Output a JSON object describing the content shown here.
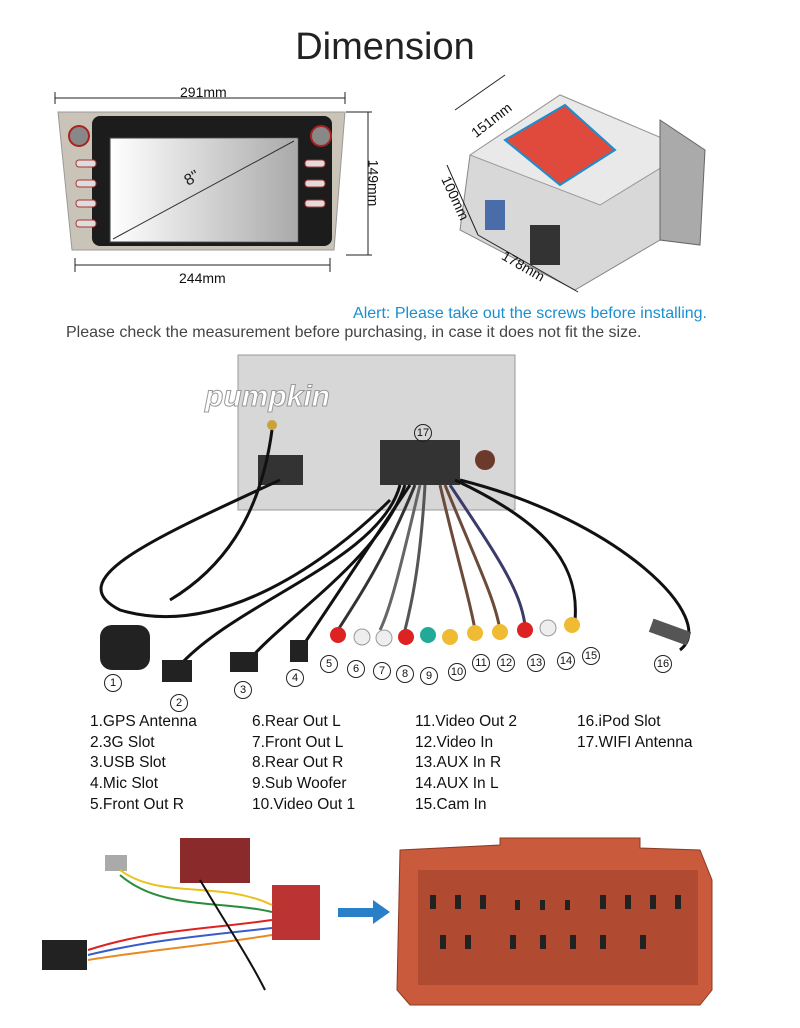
{
  "title": "Dimension",
  "dimensions": {
    "front_width_top": "291mm",
    "front_width_bottom": "244mm",
    "front_height": "149mm",
    "screen_size": "8\"",
    "depth_top": "151mm",
    "side_height": "100mm",
    "side_depth": "178mm"
  },
  "alert": "Alert: Please take out the screws before installing.",
  "note": "Please check the measurement before purchasing, in case it does not fit the size.",
  "brand_watermark": "pumpkin",
  "callouts": [
    "1",
    "2",
    "3",
    "4",
    "5",
    "6",
    "7",
    "8",
    "9",
    "10",
    "11",
    "12",
    "13",
    "14",
    "15",
    "16",
    "17"
  ],
  "legend": {
    "col1": [
      "1.GPS Antenna",
      "2.3G Slot",
      "3.USB Slot",
      "4.Mic Slot",
      "5.Front Out R"
    ],
    "col2": [
      "6.Rear Out L",
      "7.Front Out L",
      "8.Rear Out R",
      "9.Sub Woofer",
      "10.Video Out 1"
    ],
    "col3": [
      "11.Video Out 2",
      "12.Video In",
      "13.AUX In R",
      "14.AUX In L",
      "15.Cam In"
    ],
    "col4": [
      "16.iPod Slot",
      "17.WIFI Antenna"
    ]
  },
  "colors": {
    "alert": "#1a8fd0",
    "connector": "#c95a3c",
    "arrow": "#2a7fc9"
  }
}
